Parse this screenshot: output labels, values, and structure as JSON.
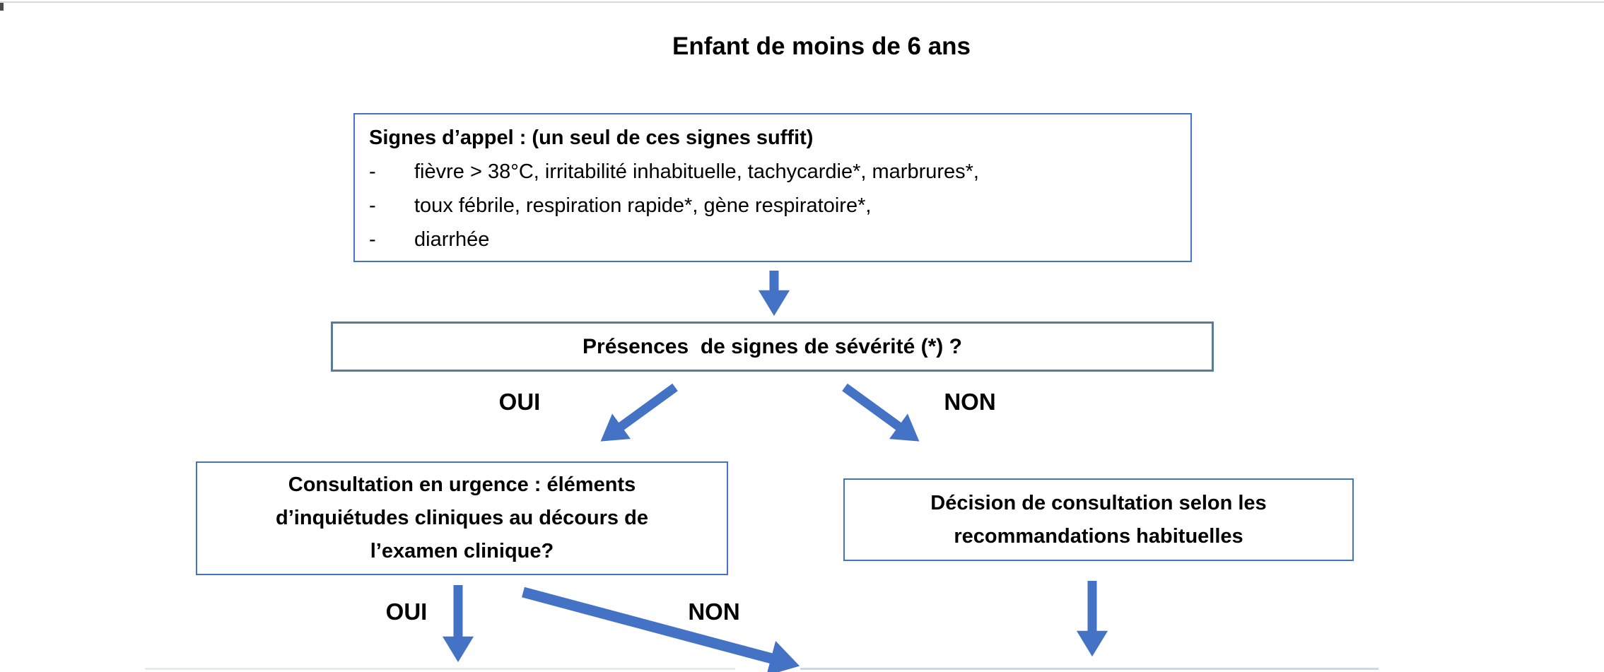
{
  "title": "Enfant de moins de 6 ans",
  "colors": {
    "arrow_blue": "#4472C4",
    "box_border_blue": "#4472C4",
    "severity_box_border": "#5B7A94"
  },
  "signs_box": {
    "heading": "Signes d’appel : (un seul de ces signes suffit)",
    "bullet_marker": "-",
    "items": [
      "fièvre > 38°C, irritabilité inhabituelle, tachycardie*, marbrures*,",
      "toux fébrile, respiration rapide*, gène respiratoire*,",
      "diarrhée"
    ]
  },
  "severity_box": {
    "text": "Présences  de signes de sévérité (*) ?"
  },
  "branch_severity": {
    "yes": "OUI",
    "no": "NON"
  },
  "urgent_box": {
    "lines": [
      "Consultation en urgence : éléments",
      "d’inquiétudes cliniques au décours de",
      "l’examen clinique?"
    ]
  },
  "decision_box": {
    "lines": [
      "Décision de consultation selon les",
      "recommandations habituelles"
    ]
  },
  "branch_urgent": {
    "yes": "OUI",
    "no": "NON"
  }
}
